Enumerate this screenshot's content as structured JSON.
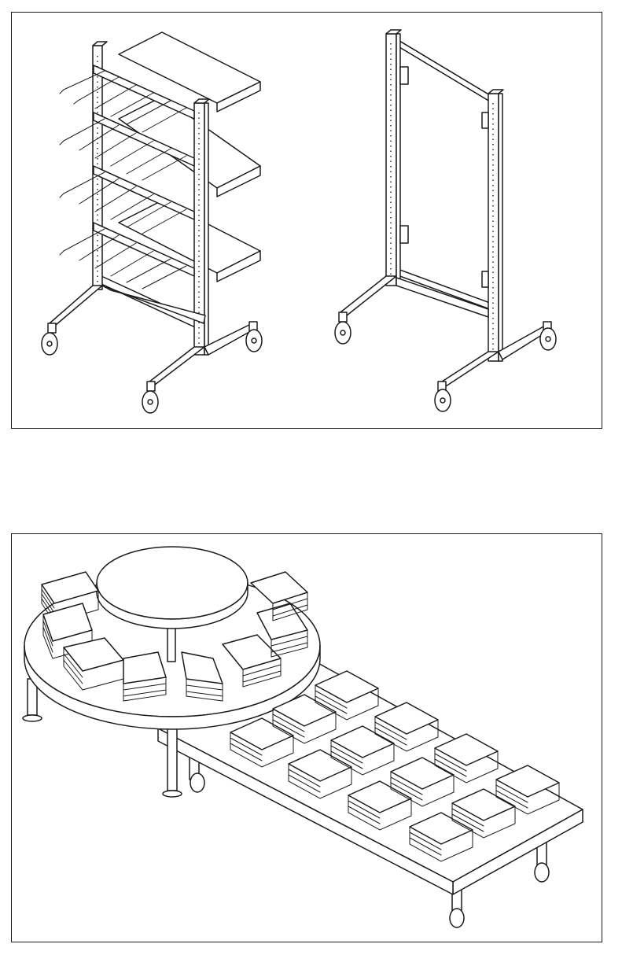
{
  "figures": [
    {
      "id": "top",
      "items": [
        "shelving-unit-with-hooks",
        "panel-frame-on-casters"
      ]
    },
    {
      "id": "bottom",
      "items": [
        "round-two-tier-table",
        "rectangular-table-on-casters",
        "stacked-merchandise"
      ]
    }
  ],
  "colors": {
    "line": "#1b1b1b",
    "paper": "#ffffff"
  }
}
